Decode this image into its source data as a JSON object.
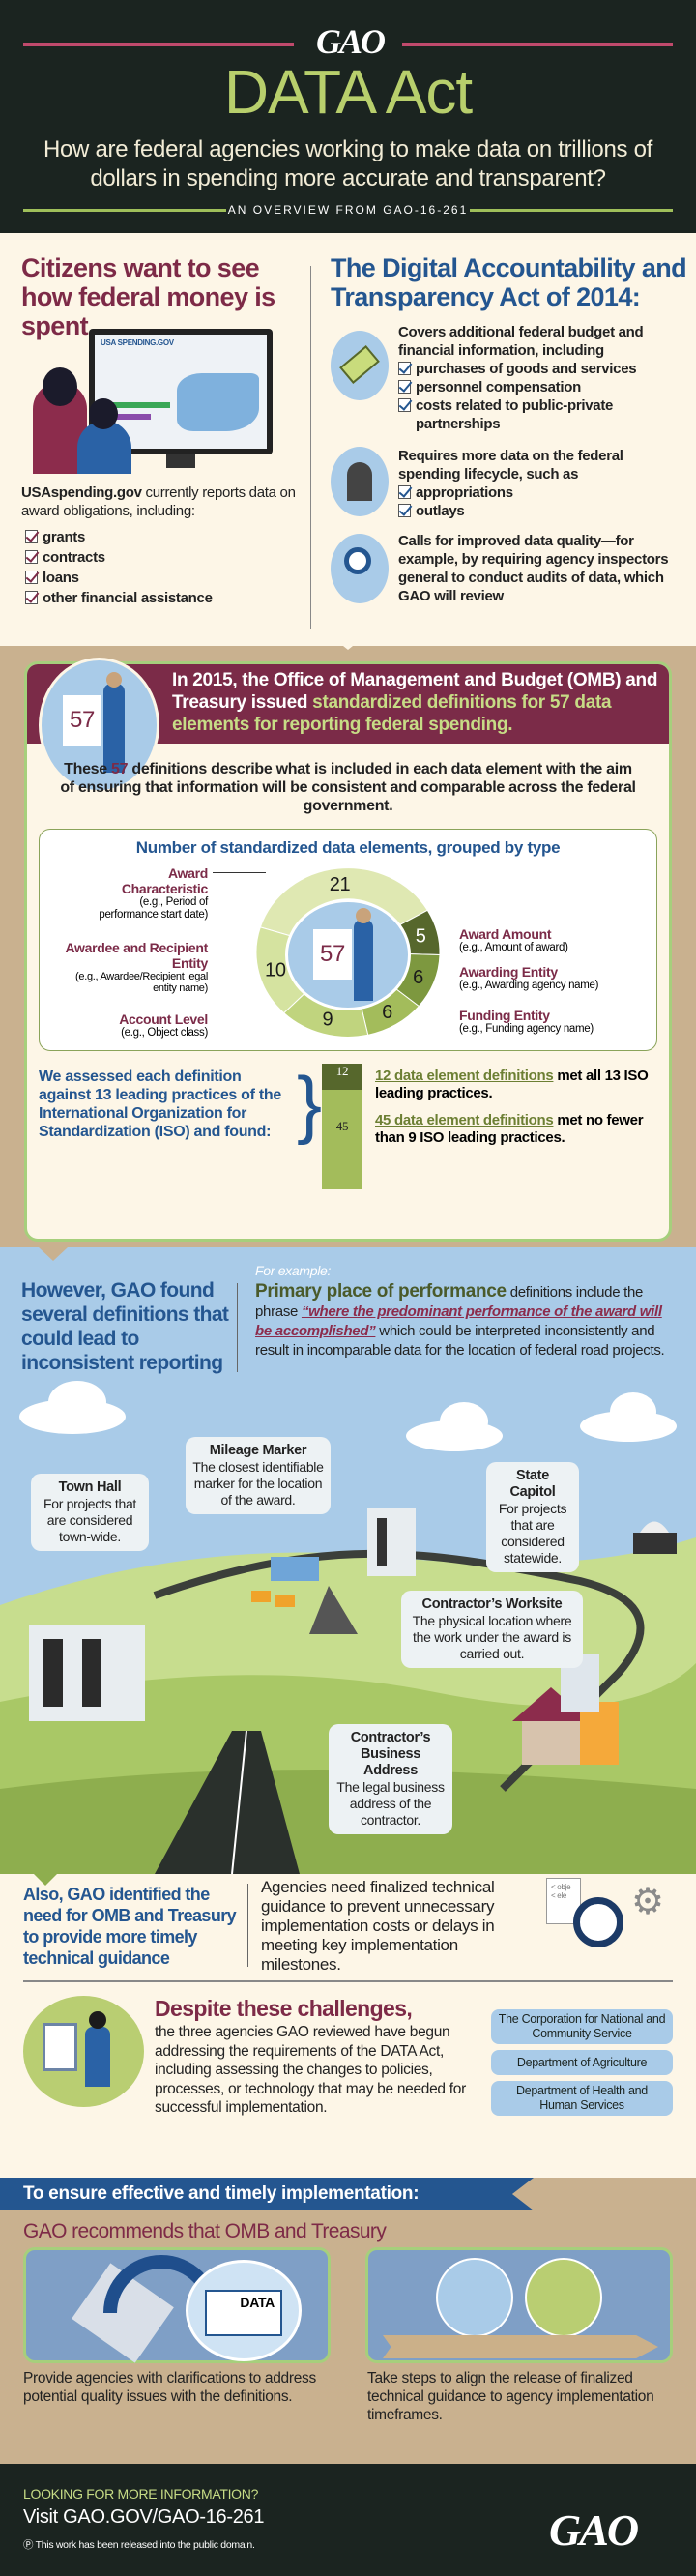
{
  "header": {
    "logo": "GAO",
    "title": "DATA Act",
    "subtitle": "How are federal agencies working to make data on trillions of dollars in spending more accurate and transparent?",
    "overview": "AN OVERVIEW FROM GAO-16-261"
  },
  "citizens": {
    "heading": "Citizens want to see how federal money is spent.",
    "screen_logo": "USA SPENDING.GOV",
    "intro_bold": "USAspending.gov",
    "intro_rest": " currently reports data on award obligations, including:",
    "items": [
      "grants",
      "contracts",
      "loans",
      "other financial assistance"
    ]
  },
  "act": {
    "heading": "The Digital Accountability and Transparency Act of 2014:",
    "points": [
      {
        "icon": "money-icon",
        "text": "Covers additional federal budget and financial information, including",
        "items": [
          "purchases of goods and services",
          "personnel compensation",
          "costs related to public-private partnerships"
        ]
      },
      {
        "icon": "capitol-icon",
        "text": "Requires more data on the federal spending lifecycle, such as",
        "items": [
          "appropriations",
          "outlays"
        ]
      },
      {
        "icon": "magnifier-icon",
        "text": "Calls for improved data quality—for example, by requiring agency inspectors general to conduct audits of data, which GAO will review",
        "items": []
      }
    ]
  },
  "standards": {
    "badge": "57",
    "banner_plain": "In 2015, the Office of Management and Budget (OMB) and Treasury issued ",
    "banner_highlight": "standardized definitions for 57 data elements for reporting federal spending.",
    "desc_a": "These ",
    "desc_num": "57",
    "desc_b": " definitions describe what is included in each data element with the aim of ensuring that information will be consistent and comparable across the federal government."
  },
  "chart_data": {
    "type": "pie",
    "title": "Number of standardized data elements, grouped by type",
    "center_label": "57",
    "categories": [
      "Award Characteristic",
      "Award Amount",
      "Awarding Entity",
      "Funding Entity",
      "Account Level",
      "Awardee and Recipient Entity"
    ],
    "examples": [
      "(e.g., Period of performance start date)",
      "(e.g., Amount of award)",
      "(e.g., Awarding agency name)",
      "(e.g., Funding agency name)",
      "(e.g., Object class)",
      "(e.g., Awardee/Recipient legal entity name)"
    ],
    "values": [
      21,
      5,
      6,
      6,
      9,
      10
    ],
    "colors": [
      "#dfe8b2",
      "#56672c",
      "#7d983f",
      "#a3bc5b",
      "#c0d47e",
      "#d5e3a0"
    ]
  },
  "iso": {
    "intro": "We assessed each definition against 13 leading practices of the International Organization for Standardization (ISO) and found:",
    "bar": [
      {
        "value": 12,
        "color": "#56672c"
      },
      {
        "value": 45,
        "color": "#a3bc5b"
      }
    ],
    "finding1_link": "12 data element definitions",
    "finding1_rest": " met all 13 ISO leading practices.",
    "finding2_link": "45 data element definitions",
    "finding2_rest": " met no fewer than 9 ISO leading practices."
  },
  "issues": {
    "heading": "However, GAO found several definitions that could lead to inconsistent reporting",
    "example_label": "For example:",
    "term": "Primary place of performance",
    "text_a": " definitions include the phrase ",
    "quote": "“where the predominant performance of the award will be accomplished”",
    "text_b": " which could be interpreted inconsistently and result in incomparable data for the location of federal road projects.",
    "callouts": [
      {
        "title": "Town Hall",
        "text": "For projects that are considered town-wide."
      },
      {
        "title": "Mileage Marker",
        "text": "The closest identifiable marker for the location of the award."
      },
      {
        "title": "State Capitol",
        "text": "For projects that are considered statewide."
      },
      {
        "title": "Contractor’s Worksite",
        "text": "The physical location where the work under the award is carried out."
      },
      {
        "title": "Contractor’s Business Address",
        "text": "The legal business address of the contractor."
      }
    ]
  },
  "guidance": {
    "heading": "Also, GAO identified the need for OMB and Treasury to provide more timely technical guidance",
    "text": "Agencies need finalized technical guidance to prevent unnecessary implementation costs or delays in meeting key implementation milestones.",
    "doc_text": "< obje < ele"
  },
  "progress": {
    "heading": "Despite these challenges,",
    "text": "the three agencies GAO reviewed have begun addressing the requirements of the DATA Act, including assessing the changes to policies, processes, or technology that may be needed for successful implementation.",
    "agencies": [
      "The Corporation for National and Community Service",
      "Department of Agriculture",
      "Department of Health and Human Services"
    ]
  },
  "recommendations": {
    "ribbon": "To ensure effective and timely implementation:",
    "heading": "GAO recommends that OMB and Treasury",
    "book_label": "DATA",
    "items": [
      "Provide agencies with clarifications to address potential quality issues with the definitions.",
      "Take steps to align the release of finalized technical guidance to agency implementation timeframes."
    ]
  },
  "footer": {
    "question": "LOOKING FOR MORE INFORMATION?",
    "link": "Visit GAO.GOV/GAO-16-261",
    "public_domain": "This work has been released into the public domain.",
    "logo": "GAO"
  },
  "colors": {
    "dark": "#1b2420",
    "green": "#b8cf6c",
    "maroon": "#7d2a47",
    "blue": "#245690",
    "tan": "#c9b18f",
    "cream": "#fdf6e7",
    "sky": "#a9cbe8"
  }
}
